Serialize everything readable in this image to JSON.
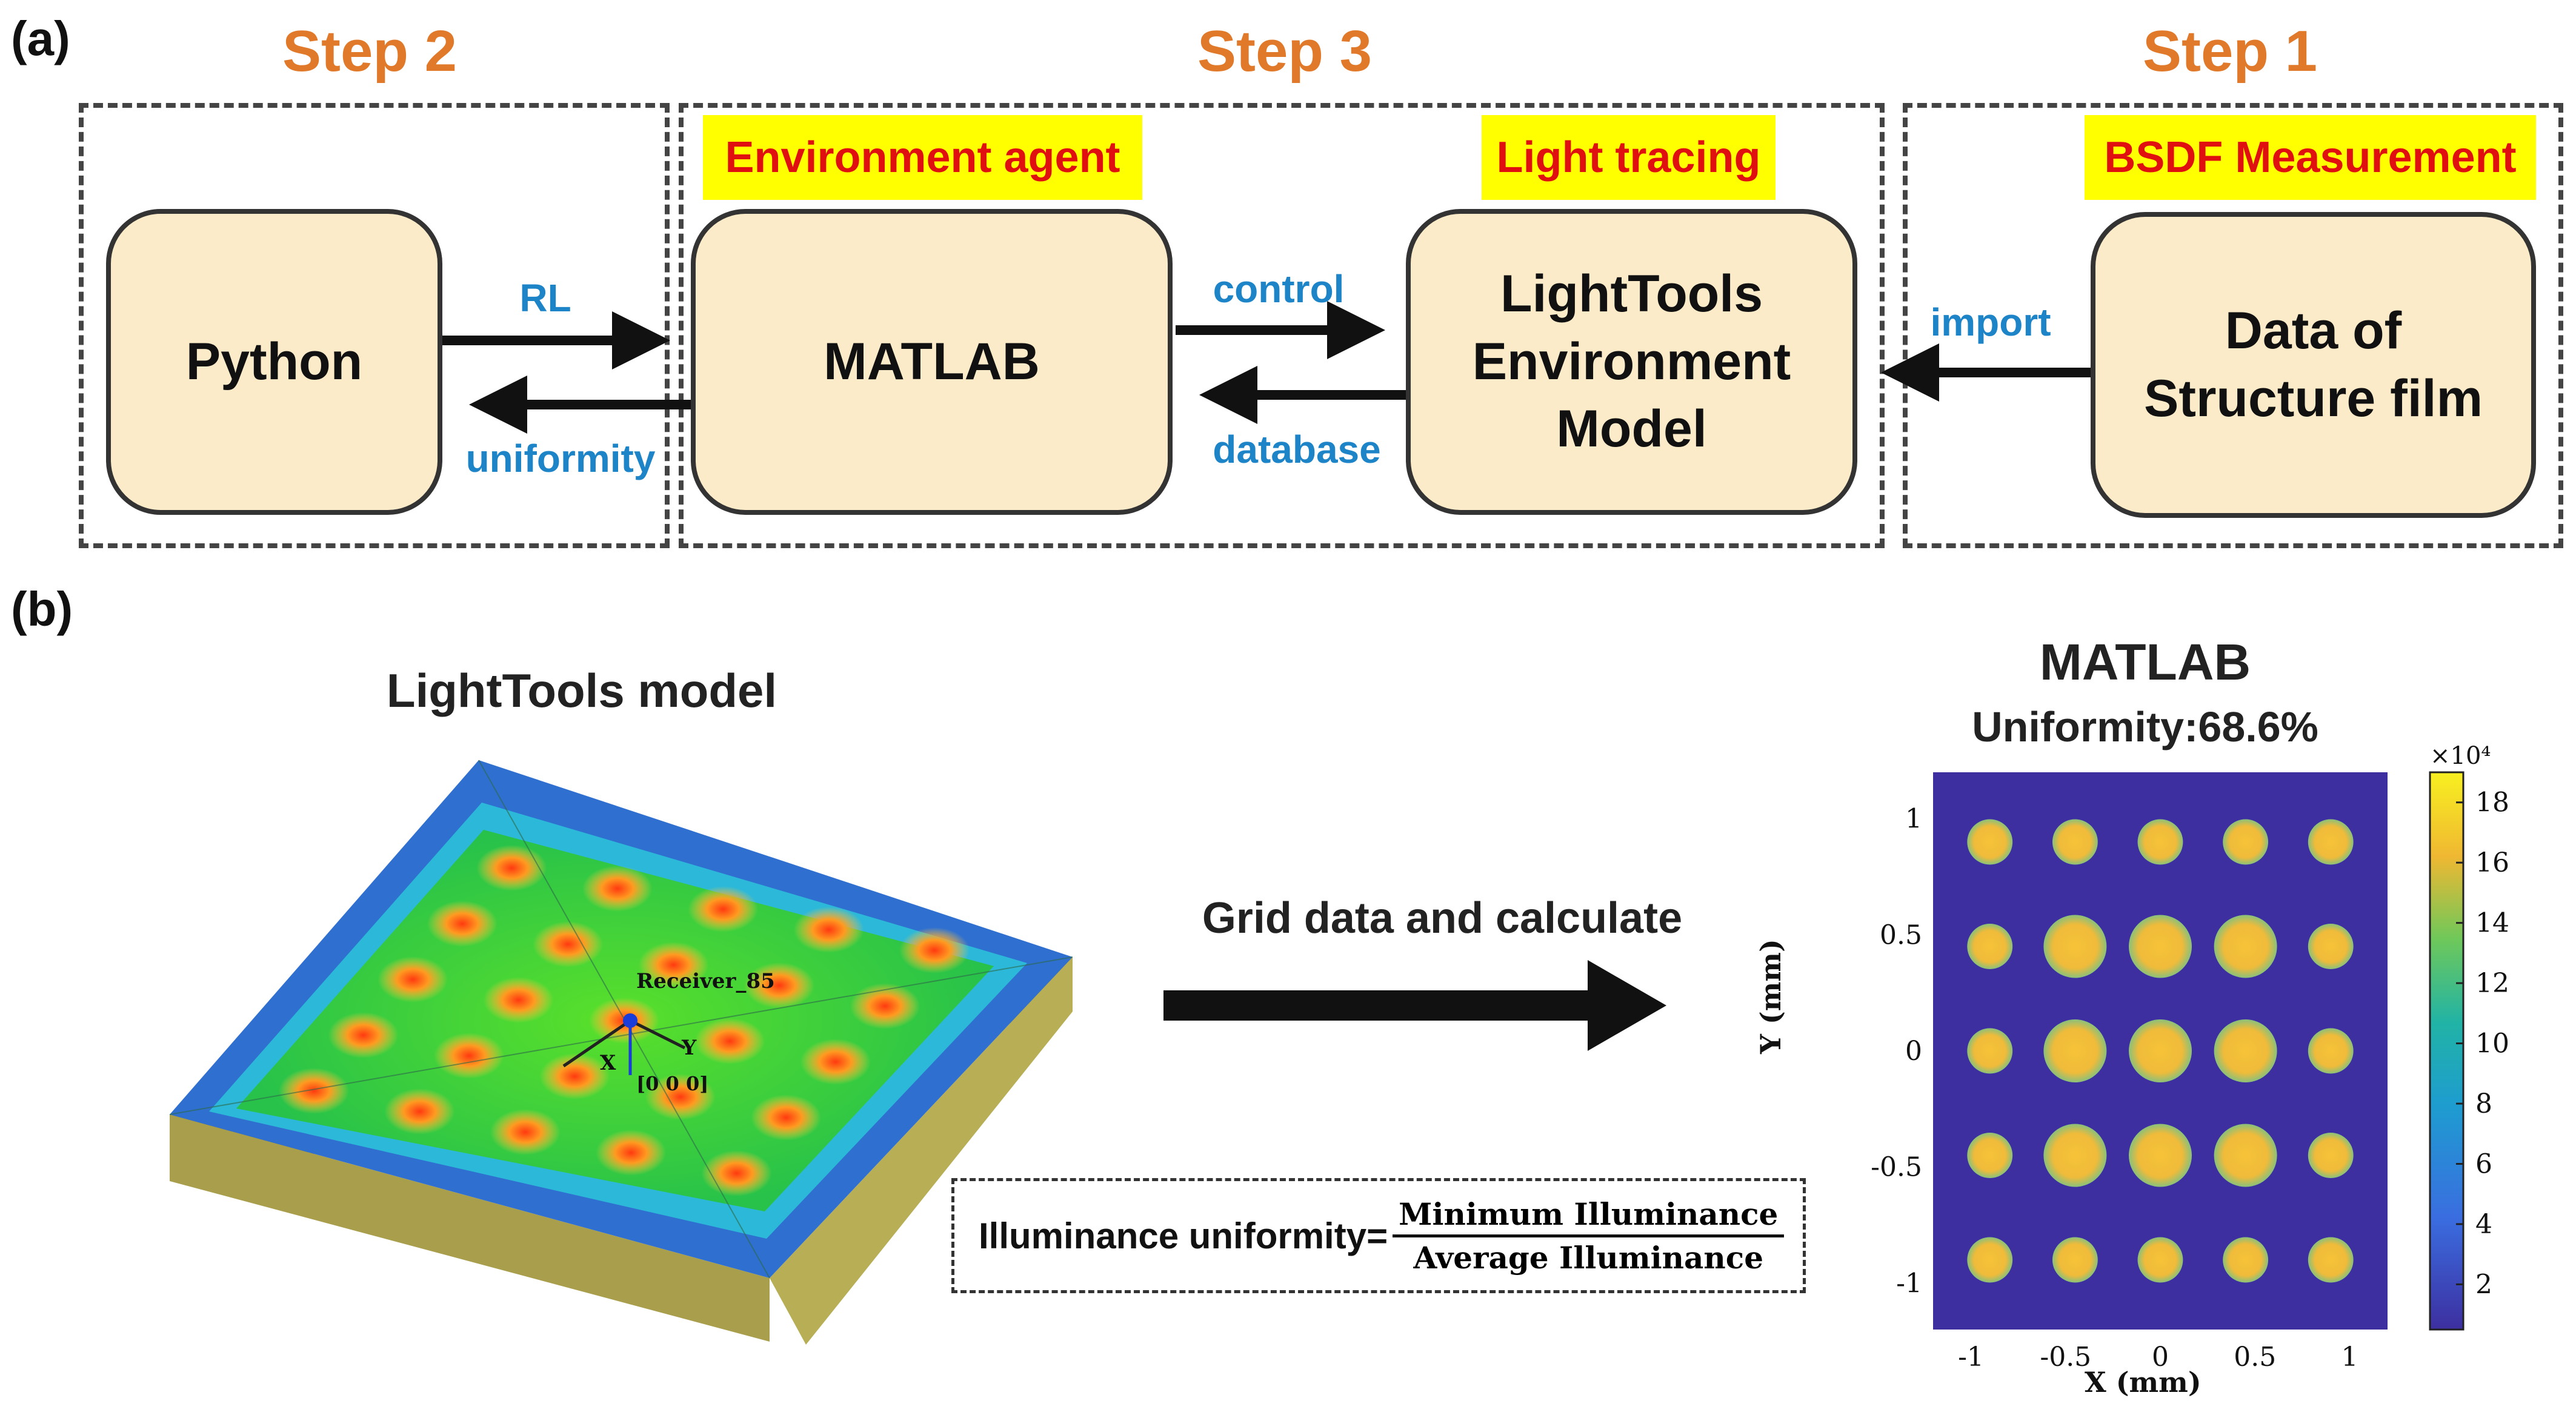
{
  "panel_a": {
    "label": "(a)",
    "steps": {
      "step2": "Step 2",
      "step3": "Step 3",
      "step1": "Step 1"
    },
    "tags": {
      "environment_agent": "Environment agent",
      "light_tracing": "Light tracing",
      "bsdf": "BSDF Measurement"
    },
    "nodes": {
      "python": "Python",
      "matlab": "MATLAB",
      "lighttools": "LightTools\nEnvironment\nModel",
      "data": "Data of\nStructure film"
    },
    "edges": {
      "rl": "RL",
      "uniformity": "uniformity",
      "control": "control",
      "database": "database",
      "import": "import"
    }
  },
  "panel_b": {
    "label": "(b)",
    "model_title": "LightTools model",
    "arrow_label": "Grid data and calculate",
    "receiver_label": "Receiver_85",
    "axis_x": "X",
    "axis_y": "Y",
    "origin": "[0 0 0]",
    "formula": {
      "lhs": "Illuminance uniformity=",
      "numerator": "Minimum Illuminance",
      "denominator": "Average Illuminance"
    },
    "matlab_title": "MATLAB",
    "uniformity_title": "Uniformity:68.6%"
  },
  "chart_data": {
    "type": "heatmap",
    "title": "Uniformity:68.6%",
    "xlabel": "X (mm)",
    "ylabel": "Y (mm)",
    "xlim": [
      -1.2,
      1.2
    ],
    "ylim": [
      1.2,
      -1.2
    ],
    "x_ticks": [
      "-1",
      "-0.5",
      "0",
      "0.5",
      "1"
    ],
    "y_ticks": [
      "-1",
      "-0.5",
      "0",
      "0.5",
      "1"
    ],
    "colorbar": {
      "exponent_label": "×10⁴",
      "ticks": [
        "2",
        "4",
        "6",
        "8",
        "10",
        "12",
        "14",
        "16",
        "18"
      ],
      "range": [
        0.5,
        19
      ]
    },
    "spot_x": [
      -0.9,
      -0.45,
      0,
      0.45,
      0.9
    ],
    "spot_y": [
      -0.9,
      -0.45,
      0,
      0.45,
      0.9
    ],
    "region_extent": 0.92,
    "colors": {
      "low": "#3d2fa0",
      "mid": "#21a3b8",
      "plateau": "#37b8a0",
      "high": "#f6c338"
    }
  }
}
